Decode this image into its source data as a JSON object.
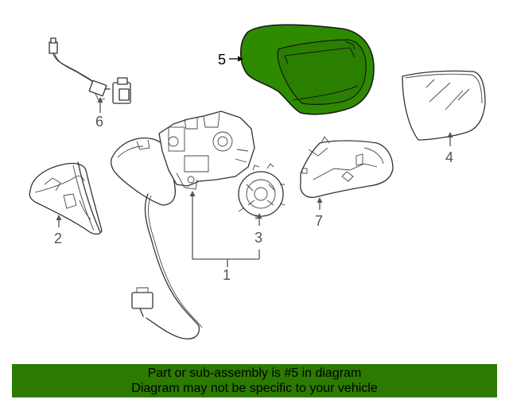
{
  "diagram": {
    "callouts": [
      "5",
      "6",
      "4",
      "2",
      "7",
      "3",
      "1"
    ],
    "highlighted_part_color": "#2e8b00",
    "highlighted_part": "5"
  },
  "footer": {
    "line1": "Part or sub-assembly is #5 in diagram",
    "line2": "Diagram may not be specific to your vehicle",
    "background": "#2c7a00"
  }
}
